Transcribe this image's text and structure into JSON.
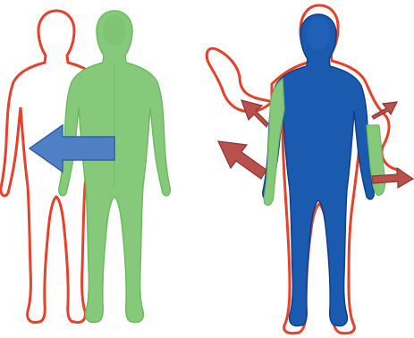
{
  "colors": {
    "background": "#ffffff",
    "outline": "#e8402a",
    "green_body": "#86c97a",
    "green_body_dark": "#5fae55",
    "blue_body": "#1a5bb0",
    "blue_body_dark": "#0f3f86",
    "translation_arrow": "#4f7fc4",
    "translation_arrow_edge": "#34609f",
    "rotation_arrow": "#b8504c",
    "rotation_arrow_edge": "#8e3633"
  },
  "figures": {
    "left": {
      "body_icon": "standing-person-green",
      "outline_icon": "person-outline-red"
    },
    "right": {
      "body_icon": "standing-person-blue",
      "outline_icon": "person-outline-red-raised-arm"
    }
  },
  "arrows": {
    "translation": {
      "icon": "arrow-left",
      "direction": "left"
    },
    "rotations": [
      {
        "icon": "arrow-up-left",
        "target": "raised-arm-upper"
      },
      {
        "icon": "arrow-up-left",
        "target": "raised-arm-lower"
      },
      {
        "icon": "arrow-up-right",
        "target": "right-shoulder"
      },
      {
        "icon": "arrow-right",
        "target": "right-hand"
      }
    ]
  }
}
